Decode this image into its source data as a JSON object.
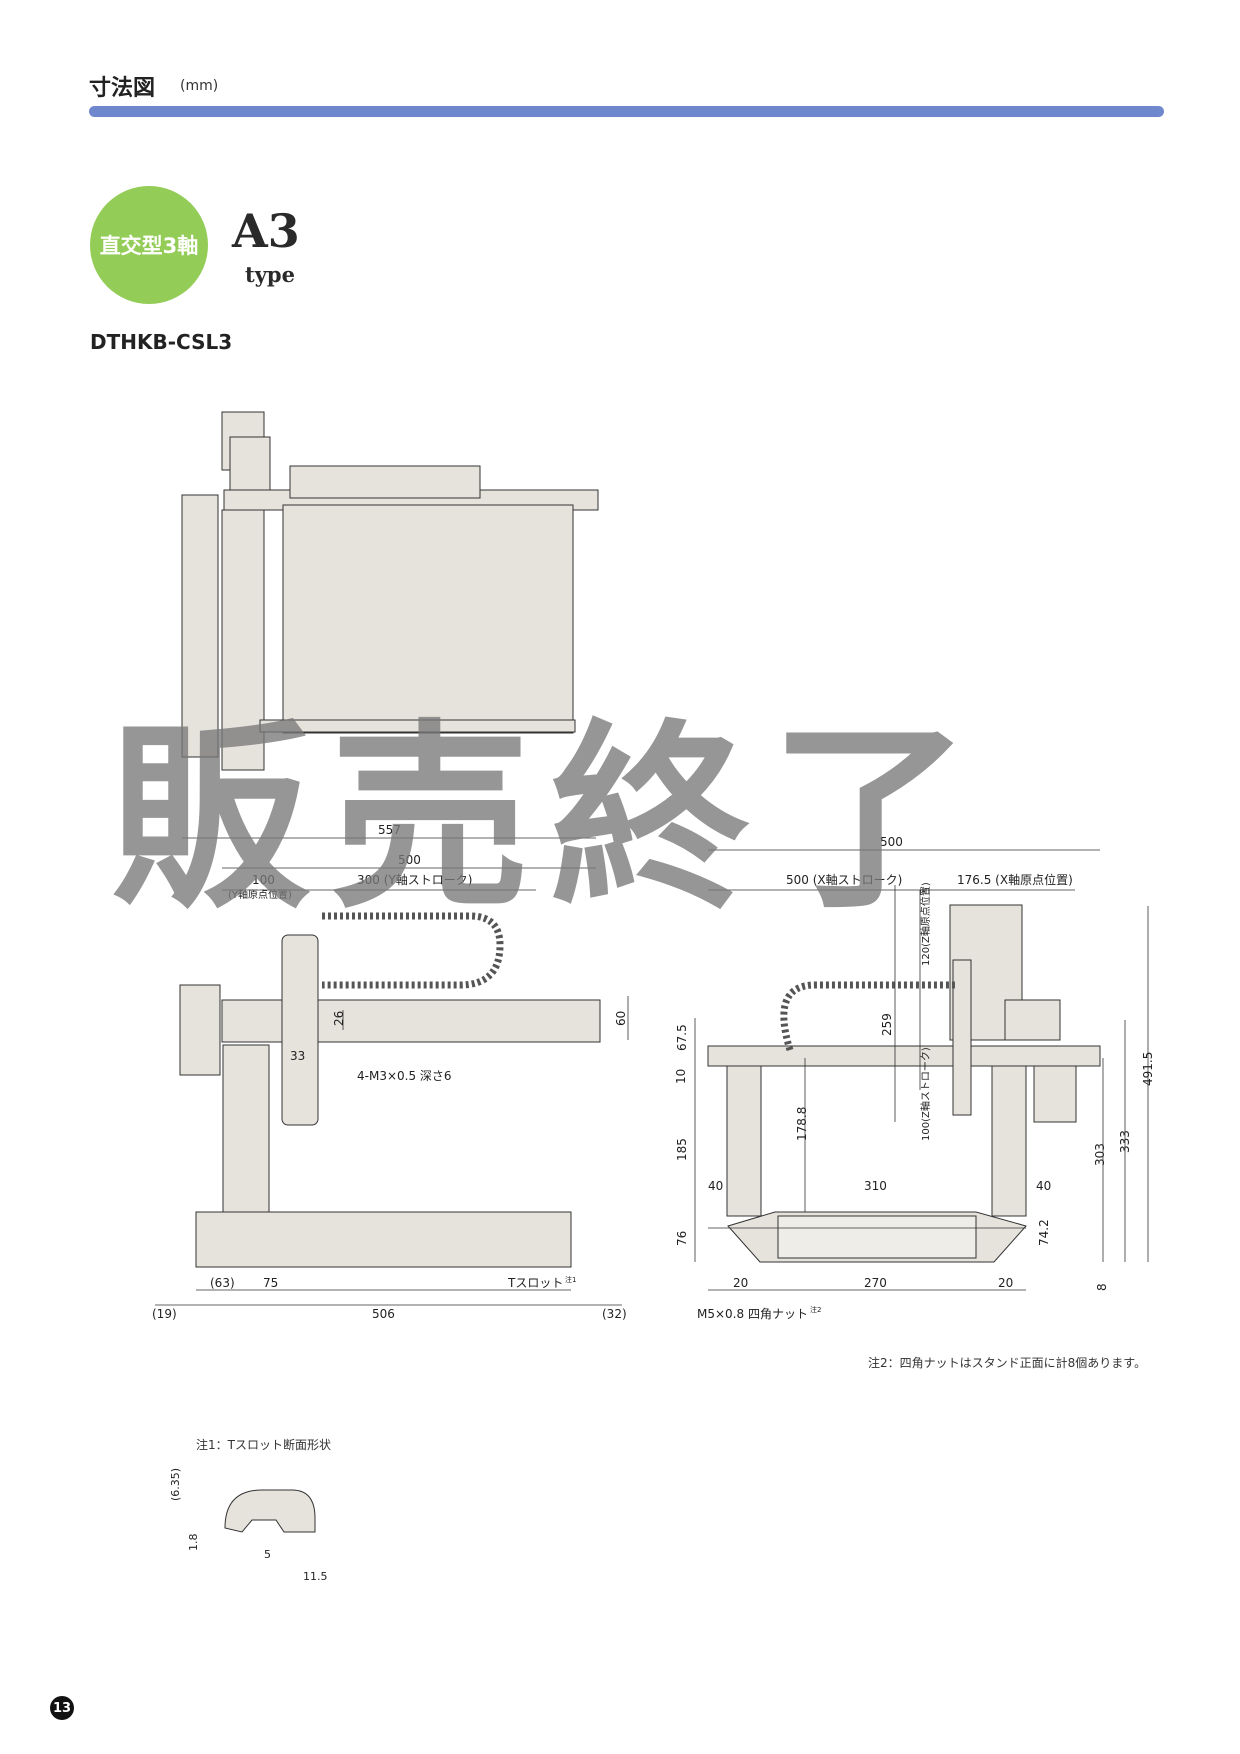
{
  "header": {
    "title": "寸法図",
    "unit": "(mm)"
  },
  "badge": {
    "label": "直交型3軸"
  },
  "type_label": {
    "main": "A3",
    "sub": "type"
  },
  "model": "DTHKB-CSL3",
  "dims_left": {
    "d557": "557",
    "d500": "500",
    "d100": "100",
    "y_origin": "(Y軸原点位置)",
    "y_stroke": "300 (Y軸ストローク)",
    "d26": "26",
    "d60": "60",
    "d33": "33",
    "tap": "4-M3×0.5 深さ6",
    "d63": "(63)",
    "d75": "75",
    "tslot": "Tスロット",
    "tslot_note": "注1",
    "d19": "(19)",
    "d506": "506",
    "d32": "(32)"
  },
  "dims_right": {
    "d500": "500",
    "x_stroke": "500 (X軸ストローク)",
    "x_origin": "176.5 (X軸原点位置)",
    "z_origin": "120(Z軸原点位置)",
    "z_stroke": "100(Z軸ストローク)",
    "d259": "259",
    "d10": "10",
    "d67_5": "67.5",
    "d178_8": "178.8",
    "d185": "185",
    "d40a": "40",
    "d310": "310",
    "d40b": "40",
    "d303": "303",
    "d333": "333",
    "d491_5": "491.5",
    "d76": "76",
    "d74_2": "74.2",
    "d20a": "20",
    "d270": "270",
    "d20b": "20",
    "d8": "8",
    "nut": "M5×0.8 四角ナット",
    "nut_note": "注2"
  },
  "notes": {
    "note2": "注2：四角ナットはスタンド正面に計8個あります。",
    "note1": "注1：Tスロット断面形状"
  },
  "tslot_dims": {
    "d6_35": "(6.35)",
    "d1_8": "1.8",
    "d5": "5",
    "d11_5": "11.5"
  },
  "watermark": "販売終了",
  "page_number": "13",
  "colors": {
    "accent_bar": "#6f87cc",
    "badge": "#94cc58",
    "part_fill": "#e6e3dd"
  }
}
